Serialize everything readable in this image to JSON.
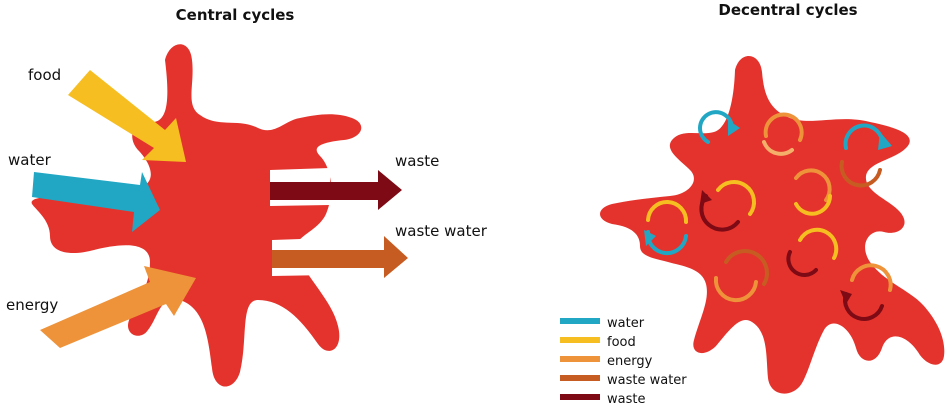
{
  "titles": {
    "left": "Central cycles",
    "right": "Decentral cycles"
  },
  "left": {
    "inputs": [
      {
        "label": "food",
        "color": "#f7be21"
      },
      {
        "label": "water",
        "color": "#21a7c4"
      },
      {
        "label": "energy",
        "color": "#ee933a"
      }
    ],
    "outputs": [
      {
        "label": "waste",
        "color": "#7d0a14"
      },
      {
        "label": "waste water",
        "color": "#c75c22"
      }
    ]
  },
  "legend": [
    {
      "label": "water",
      "color": "#21a7c4"
    },
    {
      "label": "food",
      "color": "#f7be21"
    },
    {
      "label": "energy",
      "color": "#ee933a"
    },
    {
      "label": "waste water",
      "color": "#c75c22"
    },
    {
      "label": "waste",
      "color": "#7d0a14"
    }
  ],
  "colors": {
    "blob": "#e4332c"
  }
}
